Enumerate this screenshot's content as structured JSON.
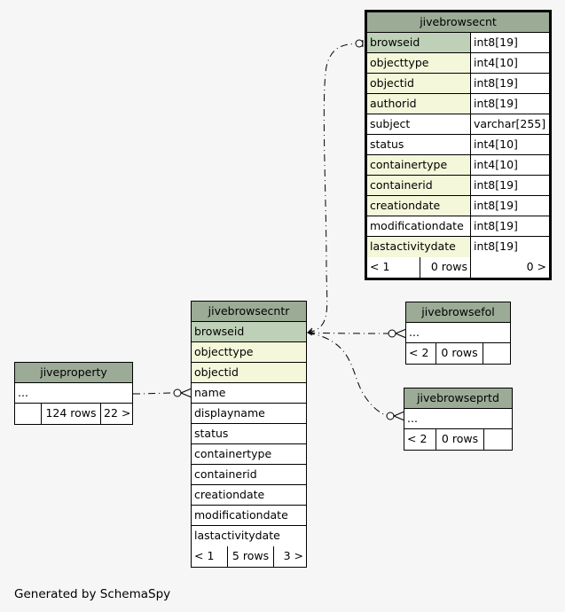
{
  "footer": "Generated by SchemaSpy",
  "tables": {
    "jivebrowsecnt": {
      "name": "jivebrowsecnt",
      "columns": [
        {
          "name": "browseid",
          "type": "int8[19]",
          "kind": "pk"
        },
        {
          "name": "objecttype",
          "type": "int4[10]",
          "kind": "fk"
        },
        {
          "name": "objectid",
          "type": "int8[19]",
          "kind": "fk"
        },
        {
          "name": "authorid",
          "type": "int8[19]",
          "kind": "fk"
        },
        {
          "name": "subject",
          "type": "varchar[255]",
          "kind": ""
        },
        {
          "name": "status",
          "type": "int4[10]",
          "kind": ""
        },
        {
          "name": "containertype",
          "type": "int4[10]",
          "kind": "fk"
        },
        {
          "name": "containerid",
          "type": "int8[19]",
          "kind": "fk"
        },
        {
          "name": "creationdate",
          "type": "int8[19]",
          "kind": "fk"
        },
        {
          "name": "modificationdate",
          "type": "int8[19]",
          "kind": ""
        },
        {
          "name": "lastactivitydate",
          "type": "int8[19]",
          "kind": "fk"
        }
      ],
      "stats": {
        "parents": "< 1",
        "rows": "0 rows",
        "children": "0 >"
      }
    },
    "jivebrowsecntr": {
      "name": "jivebrowsecntr",
      "columns": [
        {
          "name": "browseid",
          "kind": "pk"
        },
        {
          "name": "objecttype",
          "kind": "fk"
        },
        {
          "name": "objectid",
          "kind": "fk"
        },
        {
          "name": "name",
          "kind": ""
        },
        {
          "name": "displayname",
          "kind": ""
        },
        {
          "name": "status",
          "kind": ""
        },
        {
          "name": "containertype",
          "kind": ""
        },
        {
          "name": "containerid",
          "kind": ""
        },
        {
          "name": "creationdate",
          "kind": ""
        },
        {
          "name": "modificationdate",
          "kind": ""
        },
        {
          "name": "lastactivitydate",
          "kind": ""
        }
      ],
      "stats": {
        "parents": "< 1",
        "rows": "5 rows",
        "children": "3 >"
      }
    },
    "jiveproperty": {
      "name": "jiveproperty",
      "ellipsis": "...",
      "stats": {
        "parents": "",
        "rows": "124 rows",
        "children": "22 >"
      }
    },
    "jivebrowsefol": {
      "name": "jivebrowsefol",
      "ellipsis": "...",
      "stats": {
        "parents": "< 2",
        "rows": "0 rows",
        "children": ""
      }
    },
    "jivebrowseprtd": {
      "name": "jivebrowseprtd",
      "ellipsis": "...",
      "stats": {
        "parents": "< 2",
        "rows": "0 rows",
        "children": ""
      }
    }
  }
}
